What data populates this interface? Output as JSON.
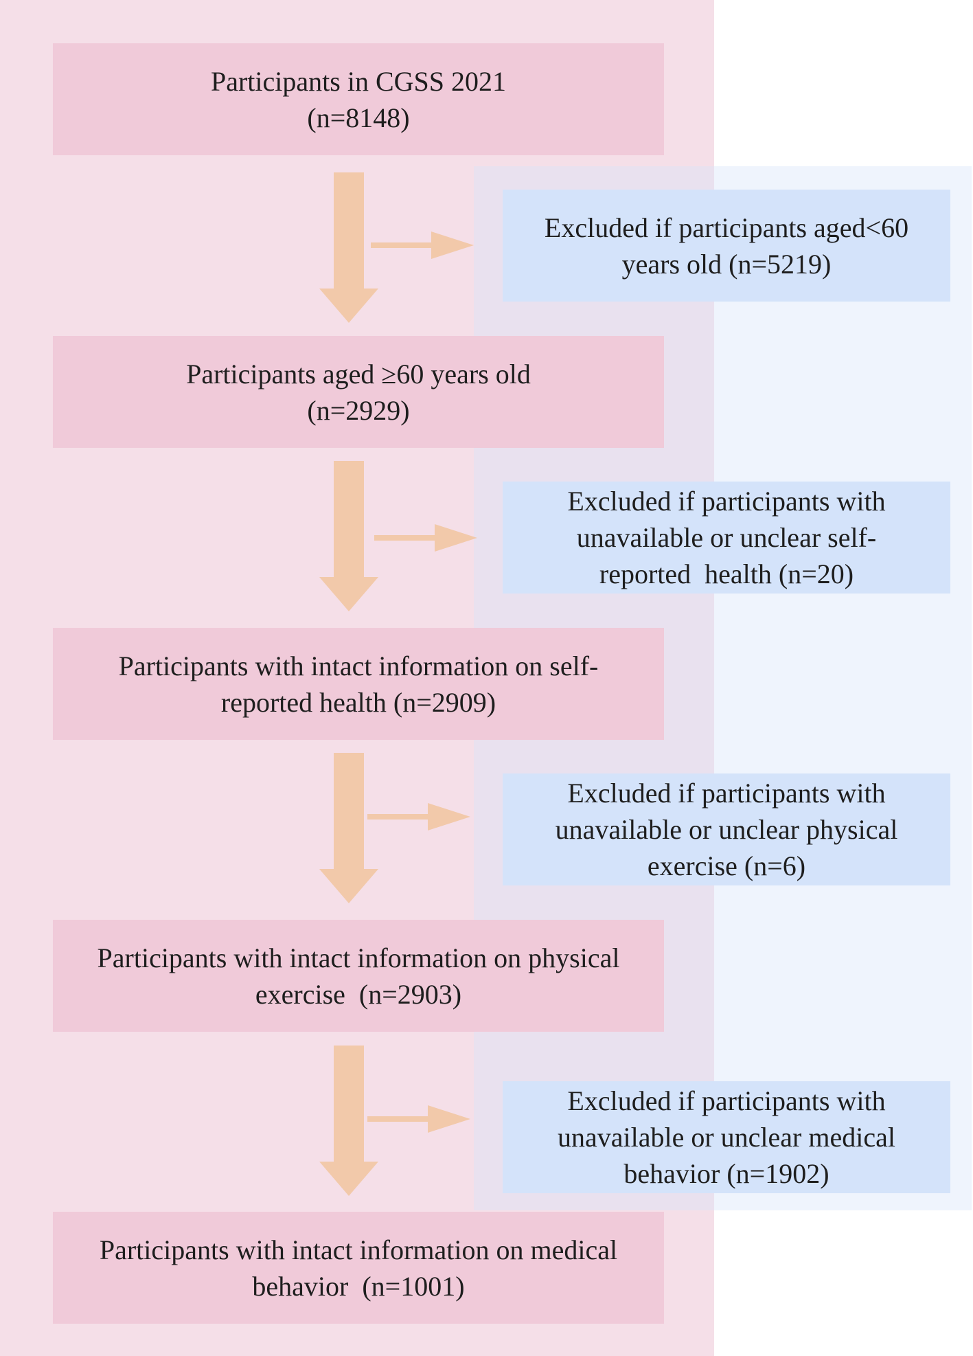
{
  "main_boxes": [
    {
      "lines": [
        "Participants in CGSS 2021",
        "(n=8148)"
      ]
    },
    {
      "lines": [
        "Participants aged ≥60 years old",
        "(n=2929)"
      ]
    },
    {
      "lines": [
        "Participants with intact information on self-",
        "reported health (n=2909)"
      ]
    },
    {
      "lines": [
        "Participants with intact information on physical",
        "exercise  (n=2903)"
      ]
    },
    {
      "lines": [
        "Participants with intact information on medical",
        "behavior  (n=1001)"
      ]
    }
  ],
  "excluded_boxes": [
    {
      "lines": [
        "Excluded if participants aged<60",
        "years old (n=5219)"
      ]
    },
    {
      "lines": [
        "Excluded if participants with",
        "unavailable or unclear self-",
        "reported  health (n=20)"
      ]
    },
    {
      "lines": [
        "Excluded if participants with",
        "unavailable or unclear physical",
        "exercise (n=6)"
      ]
    },
    {
      "lines": [
        "Excluded if participants with",
        "unavailable or unclear medical",
        "behavior (n=1902)"
      ]
    }
  ],
  "colors": {
    "main_box": "#f0cad9",
    "excluded_box": "#d4e3fa",
    "arrow": "#f2c9aa",
    "pink_panel": "#f5dfe8"
  }
}
